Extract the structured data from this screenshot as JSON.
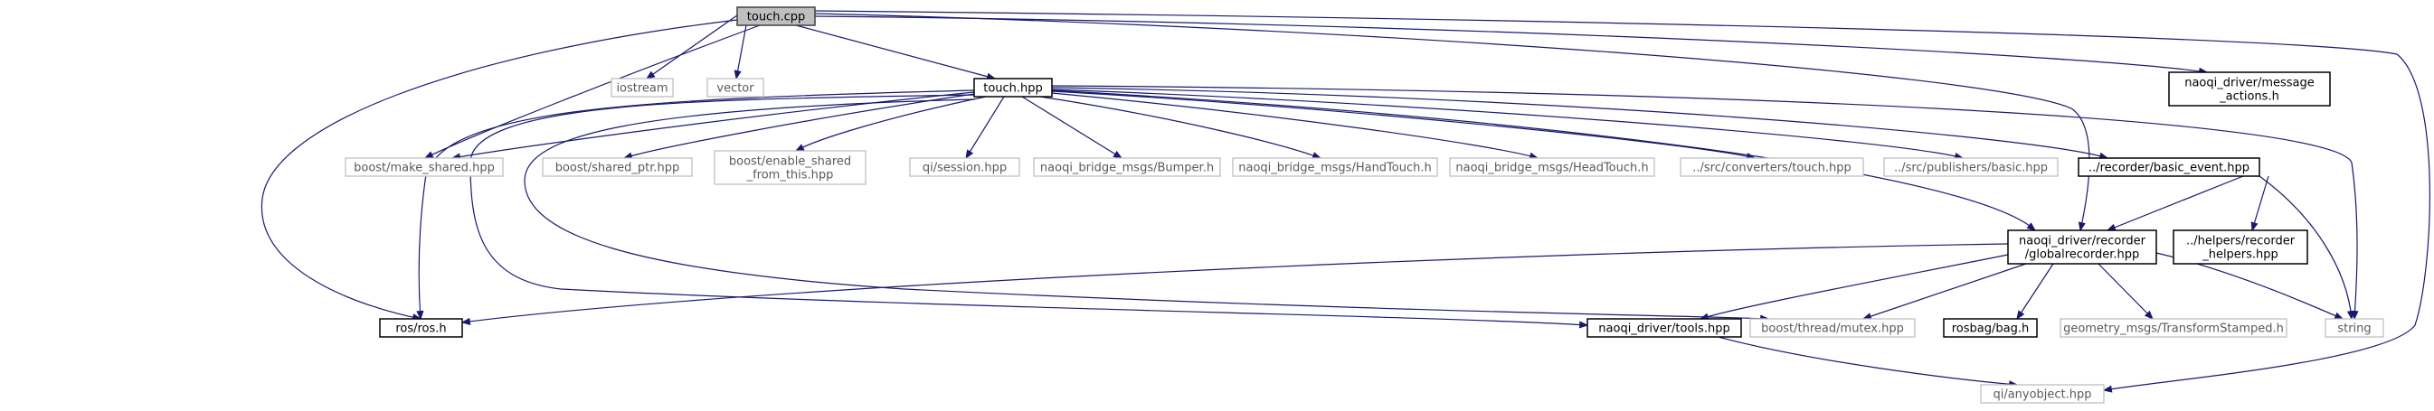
{
  "diagram": {
    "type": "include-dependency-graph",
    "colors": {
      "edge": "#191970",
      "root_fill": "#bfbfbf",
      "solid_border": "#000000",
      "light_border": "#bfbfbf"
    },
    "nodes": {
      "touch_cpp": {
        "label": [
          "touch.cpp"
        ]
      },
      "iostream": {
        "label": [
          "iostream"
        ]
      },
      "vector": {
        "label": [
          "vector"
        ]
      },
      "touch_hpp": {
        "label": [
          "touch.hpp"
        ]
      },
      "message_actions": {
        "label": [
          "naoqi_driver/message",
          "_actions.h"
        ]
      },
      "make_shared": {
        "label": [
          "boost/make_shared.hpp"
        ]
      },
      "shared_ptr": {
        "label": [
          "boost/shared_ptr.hpp"
        ]
      },
      "enable_shared": {
        "label": [
          "boost/enable_shared",
          "_from_this.hpp"
        ]
      },
      "qi_session": {
        "label": [
          "qi/session.hpp"
        ]
      },
      "bumper": {
        "label": [
          "naoqi_bridge_msgs/Bumper.h"
        ]
      },
      "handtouch": {
        "label": [
          "naoqi_bridge_msgs/HandTouch.h"
        ]
      },
      "headtouch": {
        "label": [
          "naoqi_bridge_msgs/HeadTouch.h"
        ]
      },
      "conv_touch": {
        "label": [
          "../src/converters/touch.hpp"
        ]
      },
      "pub_basic": {
        "label": [
          "../src/publishers/basic.hpp"
        ]
      },
      "basic_event": {
        "label": [
          "../recorder/basic_event.hpp"
        ]
      },
      "globalrecorder": {
        "label": [
          "naoqi_driver/recorder",
          "/globalrecorder.hpp"
        ]
      },
      "helpers": {
        "label": [
          "../helpers/recorder",
          "_helpers.hpp"
        ]
      },
      "ros": {
        "label": [
          "ros/ros.h"
        ]
      },
      "tools": {
        "label": [
          "naoqi_driver/tools.hpp"
        ]
      },
      "mutex": {
        "label": [
          "boost/thread/mutex.hpp"
        ]
      },
      "bag": {
        "label": [
          "rosbag/bag.h"
        ]
      },
      "transform": {
        "label": [
          "geometry_msgs/TransformStamped.h"
        ]
      },
      "string": {
        "label": [
          "string"
        ]
      },
      "anyobject": {
        "label": [
          "qi/anyobject.hpp"
        ]
      }
    }
  }
}
